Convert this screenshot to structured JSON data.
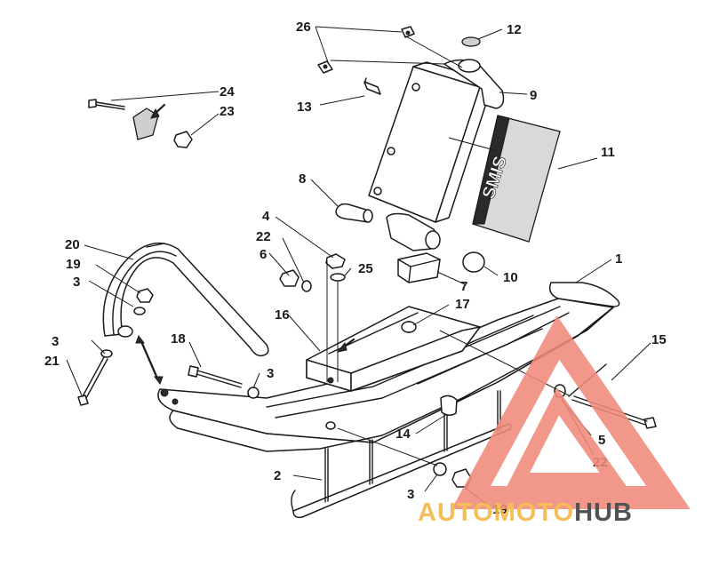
{
  "diagram": {
    "part_labels": {
      "p1": "1",
      "p2": "2",
      "p3a": "3",
      "p3b": "3",
      "p3c": "3",
      "p3d": "3",
      "p4": "4",
      "p5": "5",
      "p6": "6",
      "p7": "7",
      "p8": "8",
      "p9": "9",
      "p10": "10",
      "p11": "11",
      "p12": "12",
      "p13": "13",
      "p14": "14",
      "p15": "15",
      "p16": "16",
      "p17": "17",
      "p18": "18",
      "p19a": "19",
      "p19b": "19",
      "p20": "20",
      "p21": "21",
      "p22a": "22",
      "p22b": "22",
      "p23": "23",
      "p24": "24",
      "p25": "25",
      "p26": "26"
    },
    "decal_text": "SMIS"
  },
  "watermark": {
    "part1": "AUTOMOTO",
    "part2": "HUB",
    "colors": {
      "accent": "#f08a7c",
      "orange": "#f4b642",
      "dark": "#3b3b3b"
    }
  }
}
